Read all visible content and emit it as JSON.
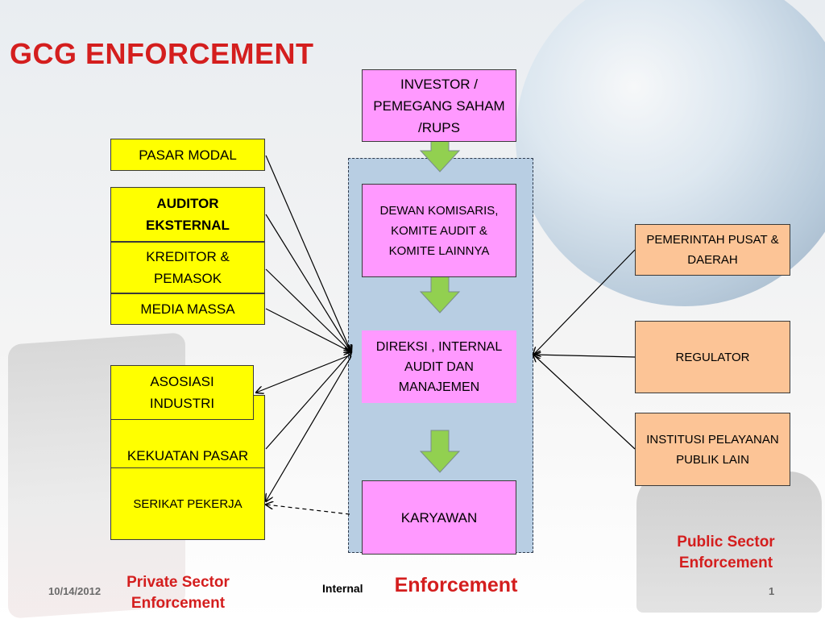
{
  "title": "GCG ENFORCEMENT",
  "center": {
    "investor": "INVESTOR / PEMEGANG SAHAM /RUPS",
    "dewan": "DEWAN KOMISARIS, KOMITE AUDIT & KOMITE LAINNYA",
    "direksi": "DIREKSI , INTERNAL AUDIT DAN MANAJEMEN",
    "karyawan": "KARYAWAN",
    "caption": "Enforcement"
  },
  "private": {
    "pasar_modal": "PASAR  MODAL",
    "auditor": "AUDITOR EKSTERNAL",
    "kreditor": "KREDITOR & PEMASOK",
    "media": "MEDIA MASSA",
    "asosiasi": "ASOSIASI INDUSTRI",
    "kekuatan": "KEKUATAN PASAR",
    "serikat": "SERIKAT PEKERJA",
    "caption": "Private Sector Enforcement"
  },
  "public": {
    "pemerintah": "PEMERINTAH PUSAT  & DAERAH",
    "regulator": "REGULATOR",
    "institusi": "INSTITUSI PELAYANAN PUBLIK LAIN",
    "caption": "Public Sector Enforcement"
  },
  "footer": {
    "date": "10/14/2012",
    "internal": "Internal",
    "page": "1"
  },
  "colors": {
    "title": "#d41e1e",
    "yellow_box": "#ffff00",
    "pink_box": "#ff99ff",
    "peach_box": "#fcc496",
    "panel": "#b8cee3",
    "down_arrow": "#92d050"
  }
}
